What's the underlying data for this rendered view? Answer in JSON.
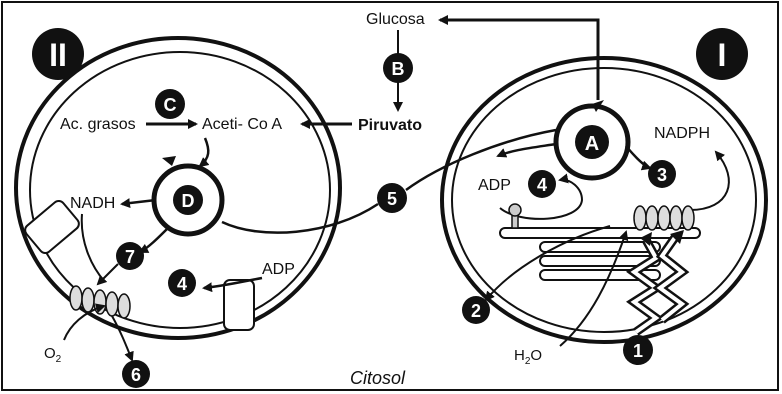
{
  "organelles": {
    "mitochondrion_label": "II",
    "chloroplast_label": "I"
  },
  "molecules": {
    "glucose": "Glucosa",
    "pyruvate": "Piruvato",
    "fatty_acids": "Ac. grasos",
    "acetyl_coa": "Aceti- Co A",
    "nadh": "NADH",
    "adp_mito": "ADP",
    "adp_chloro": "ADP",
    "nadph": "NADPH",
    "oxygen": "O",
    "oxygen_sub": "2",
    "water_h": "H",
    "water_sub": "2",
    "water_o": "O",
    "cytosol": "Citosol"
  },
  "processes": {
    "A": "A",
    "B": "B",
    "C": "C",
    "D": "D"
  },
  "steps": [
    "1",
    "2",
    "3",
    "4",
    "4",
    "5",
    "6",
    "7"
  ]
}
